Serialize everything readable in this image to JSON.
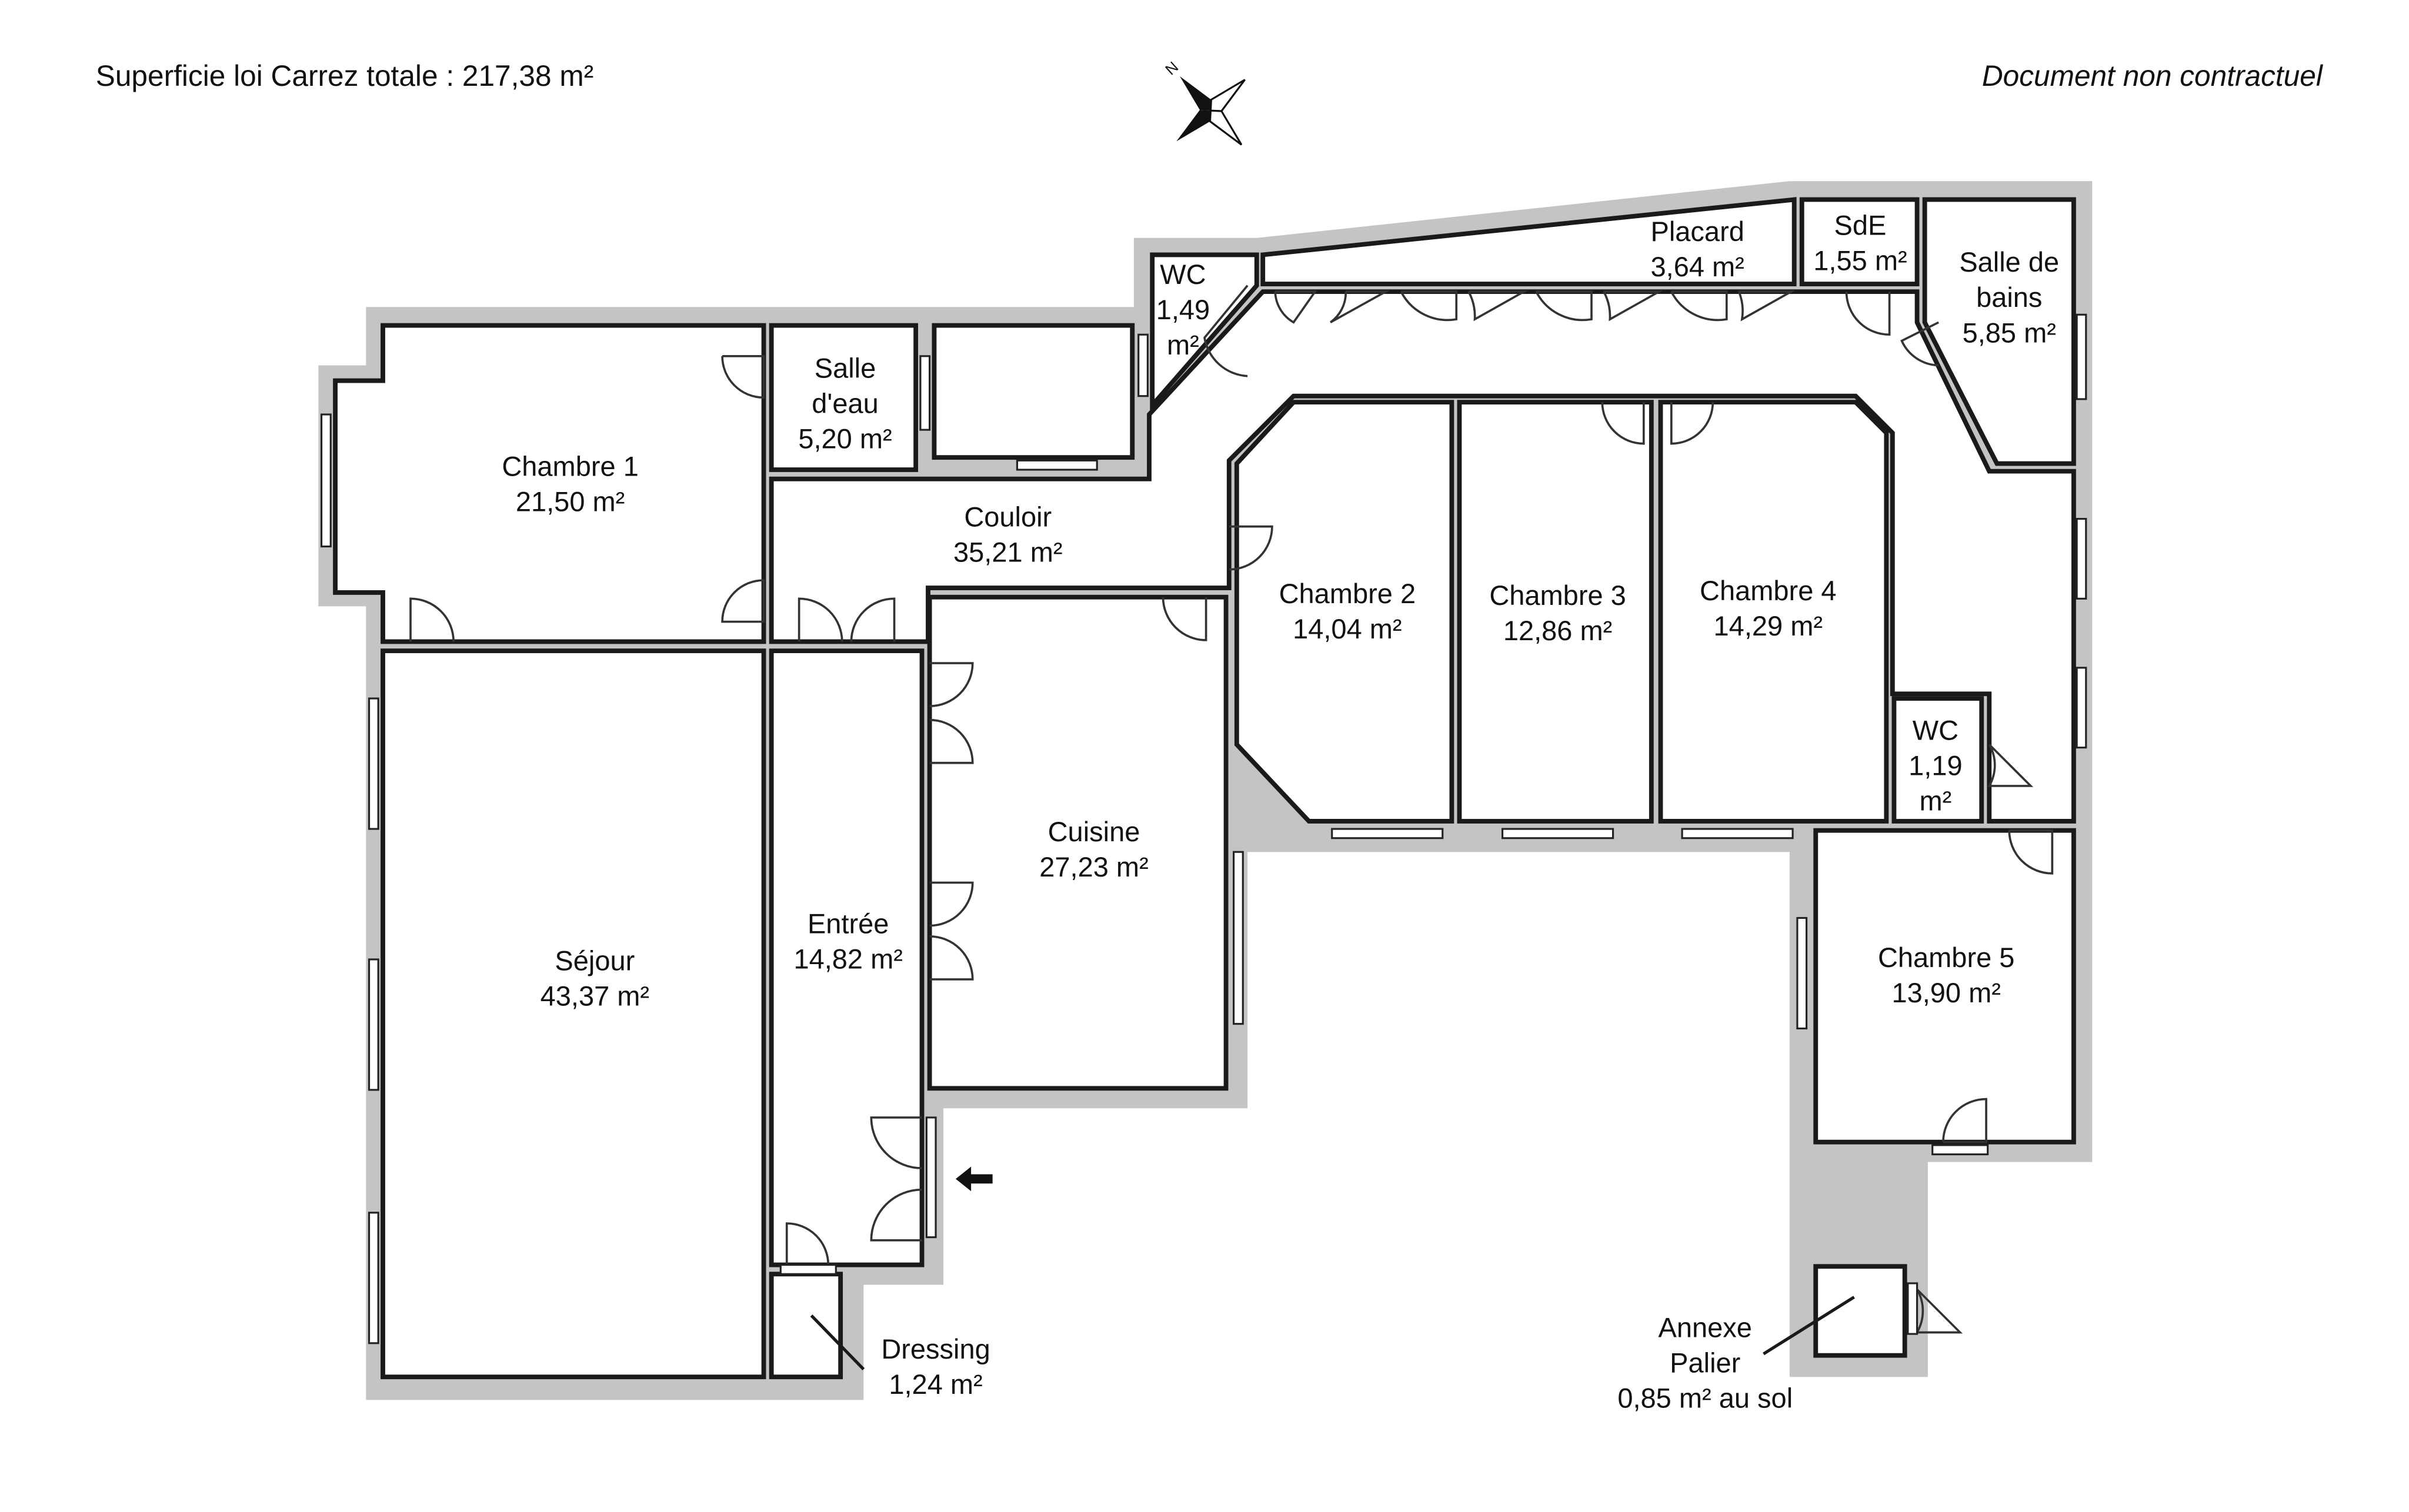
{
  "header": {
    "total_area": "Superficie loi Carrez totale :  217,38 m²",
    "disclaimer": "Document non contractuel"
  },
  "compass": {
    "north_label": "N"
  },
  "rooms": [
    {
      "id": "chambre-1",
      "lines": [
        "Chambre 1",
        "21,50 m²"
      ]
    },
    {
      "id": "salle-d-eau",
      "lines": [
        "Salle",
        "d'eau",
        "5,20 m²"
      ]
    },
    {
      "id": "wc-1",
      "lines": [
        "WC",
        "1,49",
        "m²"
      ]
    },
    {
      "id": "placard",
      "lines": [
        "Placard",
        "3,64 m²"
      ]
    },
    {
      "id": "sde",
      "lines": [
        "SdE",
        "1,55 m²"
      ]
    },
    {
      "id": "salle-de-bains",
      "lines": [
        "Salle de",
        "bains",
        "5,85 m²"
      ]
    },
    {
      "id": "couloir",
      "lines": [
        "Couloir",
        "35,21 m²"
      ]
    },
    {
      "id": "chambre-2",
      "lines": [
        "Chambre 2",
        "14,04 m²"
      ]
    },
    {
      "id": "chambre-3",
      "lines": [
        "Chambre 3",
        "12,86 m²"
      ]
    },
    {
      "id": "chambre-4",
      "lines": [
        "Chambre 4",
        "14,29 m²"
      ]
    },
    {
      "id": "wc-2",
      "lines": [
        "WC",
        "1,19",
        "m²"
      ]
    },
    {
      "id": "cuisine",
      "lines": [
        "Cuisine",
        "27,23 m²"
      ]
    },
    {
      "id": "sejour",
      "lines": [
        "Séjour",
        "43,37 m²"
      ]
    },
    {
      "id": "entree",
      "lines": [
        "Entrée",
        "14,82 m²"
      ]
    },
    {
      "id": "chambre-5",
      "lines": [
        "Chambre 5",
        "13,90 m²"
      ]
    },
    {
      "id": "dressing",
      "lines": [
        "Dressing",
        "1,24 m²"
      ]
    },
    {
      "id": "annexe-palier",
      "lines": [
        "Annexe",
        "Palier",
        "0,85 m² au sol"
      ]
    }
  ]
}
